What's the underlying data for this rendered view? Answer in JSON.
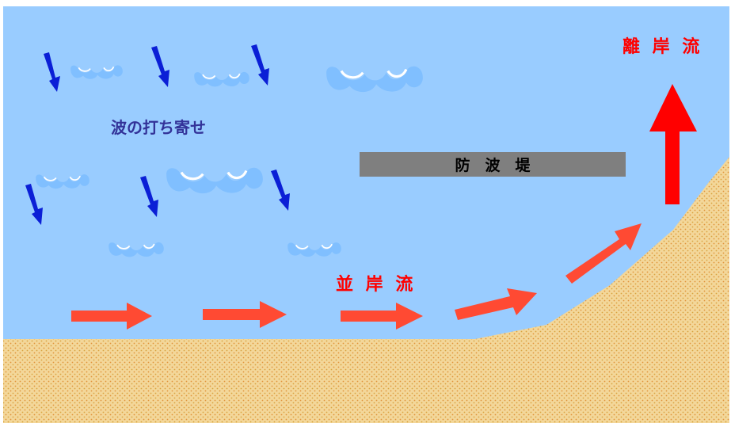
{
  "labels": {
    "wave_approach": "波の打ち寄せ",
    "breakwater": "防　波　堤",
    "longshore_current": "並 岸 流",
    "rip_current": "離 岸 流"
  },
  "colors": {
    "sea": "#99ccff",
    "sand": "#f3d79a",
    "sand_dot": "#e0923a",
    "breakwater": "#7f7f7f",
    "wave_arrow": "#0b1fd6",
    "current_arrow": "#ff4a33",
    "rip_arrow": "#ff0000",
    "wave_label": "#333399",
    "current_label": "#ff0000",
    "wave_shape": "#80bfff"
  },
  "icons": {
    "wave": "wave-crest-icon",
    "wave_arrow": "arrow-down-right-icon",
    "current_arrow": "arrow-right-icon",
    "rip_arrow": "arrow-up-icon"
  }
}
